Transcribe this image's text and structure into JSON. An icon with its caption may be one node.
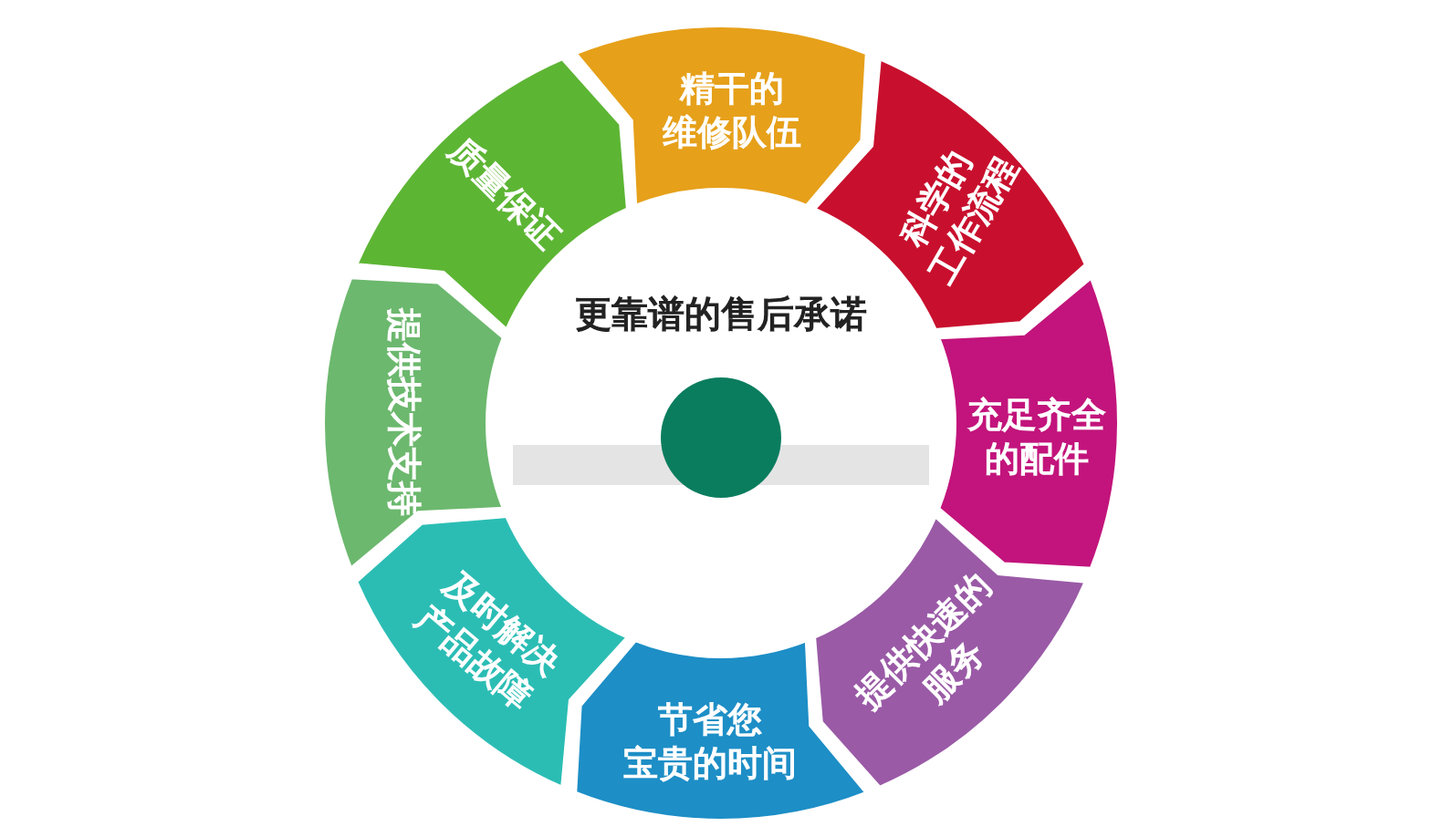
{
  "diagram": {
    "nodes": [
      {
        "text": [
          "精干的维修队伍"
        ]
      },
      {
        "text": [
          "科学的工作流程"
        ]
      },
      {
        "text": [
          "充足齐全的配件"
        ]
      },
      {
        "text": [
          "提供快速的服务"
        ]
      },
      {
        "text": [
          "节省您宝贵的时间"
        ]
      },
      {
        "text": [
          "及时解决产品故障"
        ]
      },
      {
        "text": [
          "提供技术支持"
        ]
      },
      {
        "text": [
          "质量保证"
        ]
      },
      {
        "text": [
          "更靠谱的售后承诺"
        ]
      },
      {
        "text": [],
        "shape": "circle",
        "in": 8
      }
    ]
  }
}
